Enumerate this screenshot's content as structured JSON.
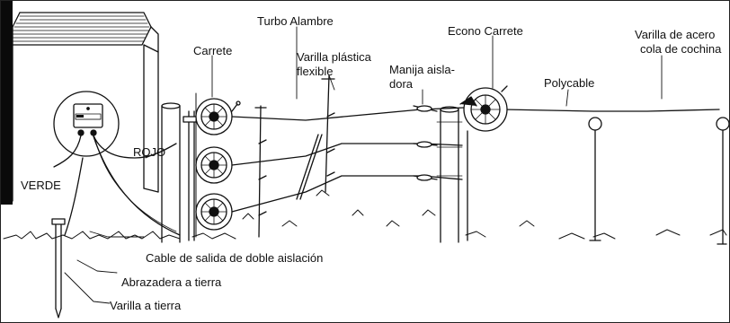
{
  "labels": {
    "carrete": "Carrete",
    "turbo_alambre": "Turbo Alambre",
    "varilla_plastica_line1": "Varilla plástica",
    "varilla_plastica_line2": "flexible",
    "econo_carrete": "Econo Carrete",
    "manija_line1": "Manija aisla-",
    "manija_line2": "dora",
    "polycable": "Polycable",
    "varilla_acero_line1": "Varilla de acero",
    "varilla_acero_line2": "cola de cochina",
    "rojo": "ROJO",
    "verde": "VERDE",
    "cable_salida": "Cable de salida de doble aislación",
    "abrazadera": "Abrazadera a tierra",
    "varilla_tierra": "Varilla a tierra"
  },
  "colors": {
    "ink": "#111111",
    "background": "#ffffff",
    "black_block": "#0a0a0a"
  },
  "icons": [
    "energizer-icon",
    "reel-icon",
    "insulator-handle-icon",
    "pigtail-post-icon",
    "ground-rod-icon"
  ]
}
